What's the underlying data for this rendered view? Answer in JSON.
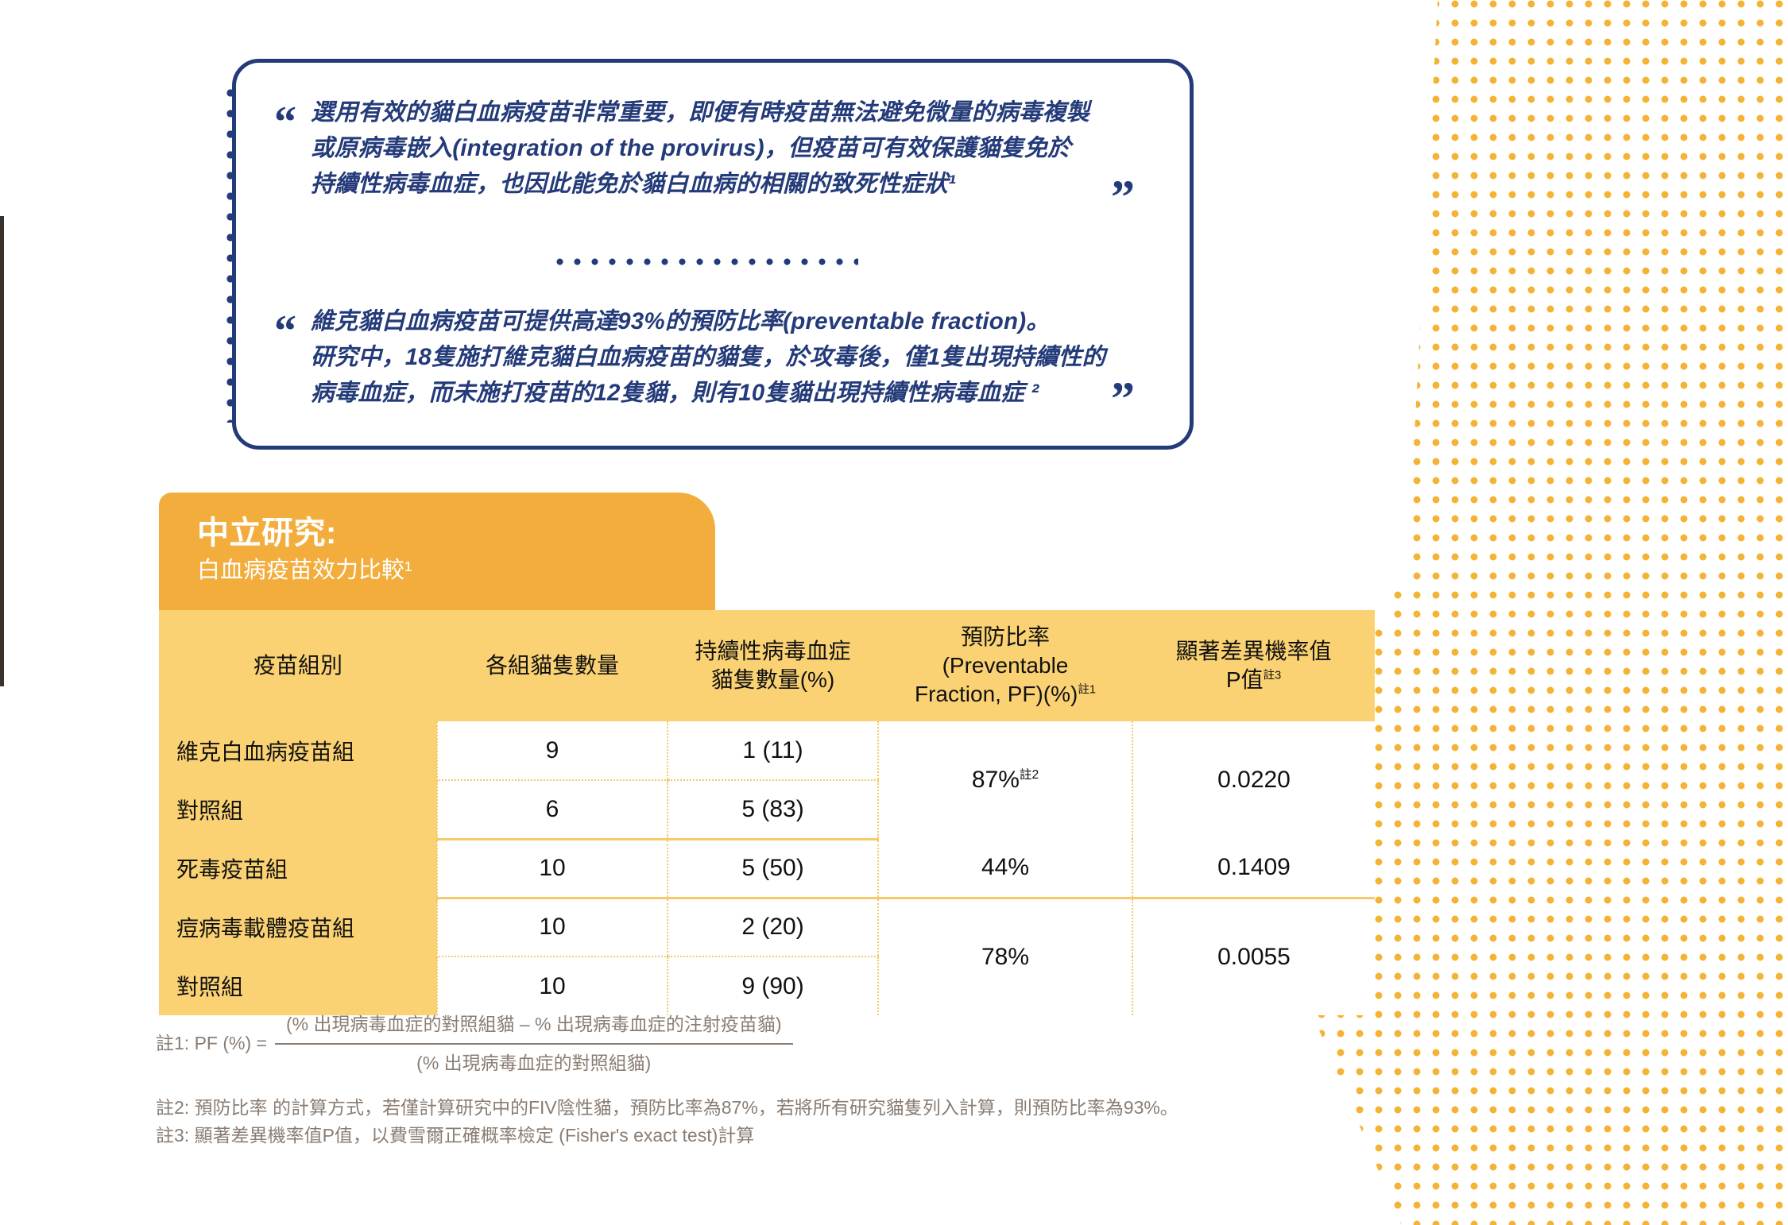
{
  "colors": {
    "quote_blue": "#243b7a",
    "title_orange": "#f2ad3c",
    "header_yellow": "#fbd273",
    "dot_yellow": "#f5b335",
    "footnote_grey": "#8a7d73"
  },
  "quotes": {
    "open_mark": "“",
    "close_mark": "”",
    "items": [
      {
        "text": "選用有效的貓白血病疫苗非常重要，即便有時疫苗無法避免微量的病毒複製\n或原病毒嵌入(integration of the provirus)，但疫苗可有效保護貓隻免於\n持續性病毒血症，也因此能免於貓白血病的相關的致死性症狀¹"
      },
      {
        "text": "維克貓白血病疫苗可提供高達93%的預防比率(preventable fraction)。\n研究中，18隻施打維克貓白血病疫苗的貓隻，於攻毒後，僅1隻出現持續性的\n病毒血症，而未施打疫苗的12隻貓，則有10隻貓出現持續性病毒血症 ²"
      }
    ]
  },
  "table": {
    "title_main": "中立研究:",
    "title_sub": "白血病疫苗效力比較¹",
    "headers": [
      {
        "label": "疫苗組別"
      },
      {
        "label": "各組貓隻數量"
      },
      {
        "label": "持續性病毒血症\n貓隻數量(%)"
      },
      {
        "label": "預防比率\n(Preventable\nFraction, PF)(%)",
        "sup": "註1"
      },
      {
        "label": "顯著差異機率值\nP值",
        "sup": "註3"
      }
    ],
    "rows": [
      {
        "group": "維克白血病疫苗組",
        "count": "9",
        "persistent": "1 (11)",
        "pf": "87%",
        "pf_sup": "註2",
        "p": "0.0220"
      },
      {
        "group": "對照組",
        "count": "6",
        "persistent": "5 (83)"
      },
      {
        "group": "死毒疫苗組",
        "count": "10",
        "persistent": "5 (50)",
        "pf": "44%",
        "pf_sup": "",
        "p": "0.1409"
      },
      {
        "group": "痘病毒載體疫苗組",
        "count": "10",
        "persistent": "2 (20)",
        "pf": "78%",
        "pf_sup": "",
        "p": "0.0055"
      },
      {
        "group": "對照組",
        "count": "10",
        "persistent": "9 (90)"
      }
    ]
  },
  "footnotes": {
    "formula_label": "註1: PF (%) =",
    "formula_numerator": "(% 出現病毒血症的對照組貓 – % 出現病毒血症的注射疫苗貓)",
    "formula_denominator": "(% 出現病毒血症的對照組貓)",
    "note2": "註2: 預防比率 的計算方式，若僅計算研究中的FIV陰性貓，預防比率為87%，若將所有研究貓隻列入計算，則預防比率為93%。",
    "note3": "註3: 顯著差異機率值P值，以費雪爾正確概率檢定 (Fisher's exact test)計算"
  }
}
